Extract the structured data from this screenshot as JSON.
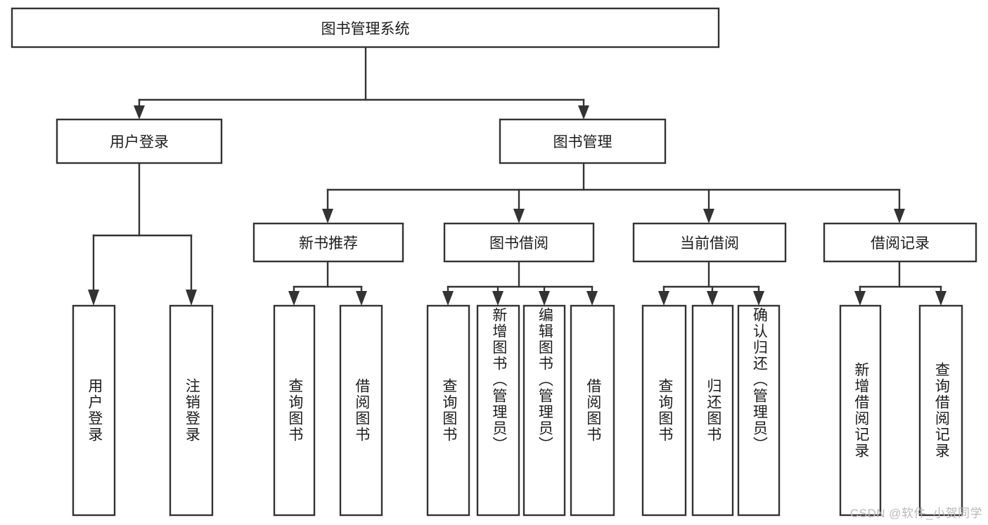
{
  "diagram": {
    "type": "tree",
    "title": "图书管理系统",
    "watermark": "CSDN @软件_小贺同学",
    "colors": {
      "background": "#ffffff",
      "box_fill": "#ffffff",
      "box_stroke": "#333333",
      "text": "#1d1d1d",
      "watermark": "#b9b9b9"
    },
    "root": {
      "id": "root",
      "label": "图书管理系统"
    },
    "level1": [
      {
        "id": "user-login",
        "label": "用户登录"
      },
      {
        "id": "book-manage",
        "label": "图书管理"
      }
    ],
    "level2": [
      {
        "id": "new-book-recommend",
        "label": "新书推荐",
        "parent": "book-manage"
      },
      {
        "id": "book-borrow",
        "label": "图书借阅",
        "parent": "book-manage"
      },
      {
        "id": "current-borrow",
        "label": "当前借阅",
        "parent": "book-manage"
      },
      {
        "id": "borrow-record",
        "label": "借阅记录",
        "parent": "book-manage"
      }
    ],
    "leaves": [
      {
        "id": "leaf-user-login",
        "label": "用户登录",
        "parent": "user-login"
      },
      {
        "id": "leaf-user-logout",
        "label": "注销登录",
        "parent": "user-login"
      },
      {
        "id": "leaf-query-book-1",
        "label": "查询图书",
        "parent": "new-book-recommend"
      },
      {
        "id": "leaf-borrow-book-1",
        "label": "借阅图书",
        "parent": "new-book-recommend"
      },
      {
        "id": "leaf-query-book-2",
        "label": "查询图书",
        "parent": "book-borrow"
      },
      {
        "id": "leaf-add-book",
        "label": "新增图书（管理员）",
        "parent": "book-borrow"
      },
      {
        "id": "leaf-edit-book",
        "label": "编辑图书（管理员）",
        "parent": "book-borrow"
      },
      {
        "id": "leaf-borrow-book-2",
        "label": "借阅图书",
        "parent": "book-borrow"
      },
      {
        "id": "leaf-query-book-3",
        "label": "查询图书",
        "parent": "current-borrow"
      },
      {
        "id": "leaf-return-book",
        "label": "归还图书",
        "parent": "current-borrow"
      },
      {
        "id": "leaf-confirm-return",
        "label": "确认归还（管理员）",
        "parent": "current-borrow"
      },
      {
        "id": "leaf-add-record",
        "label": "新增借阅记录",
        "parent": "borrow-record"
      },
      {
        "id": "leaf-query-record",
        "label": "查询借阅记录",
        "parent": "borrow-record"
      }
    ]
  }
}
